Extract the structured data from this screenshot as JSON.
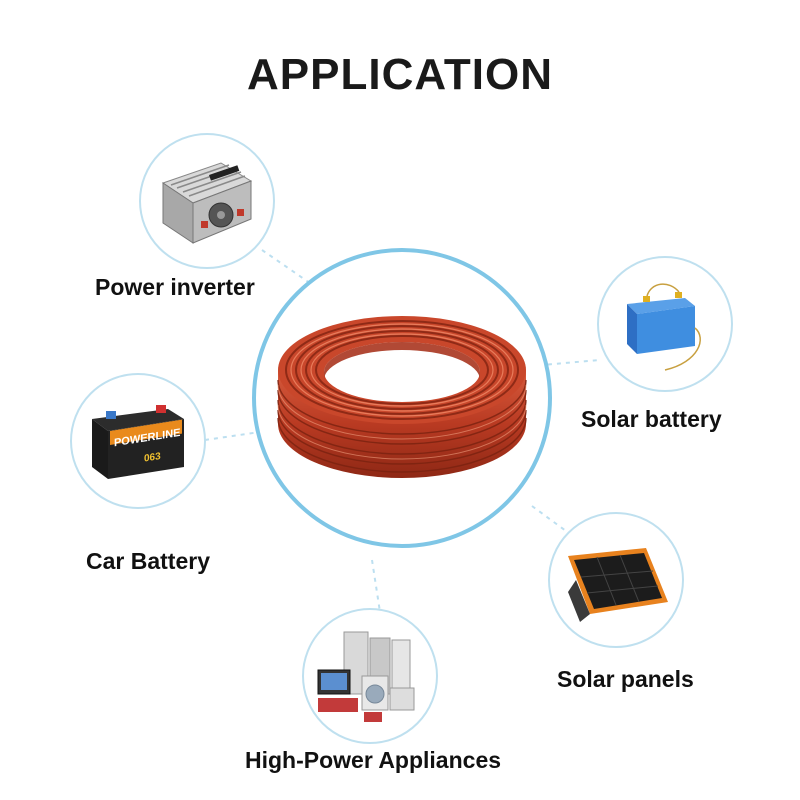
{
  "title": "APPLICATION",
  "center": {
    "icon": "red-wire-coil-icon"
  },
  "applications": [
    {
      "label": "Power inverter",
      "icon": "power-inverter-icon"
    },
    {
      "label": "Solar battery",
      "icon": "solar-battery-icon"
    },
    {
      "label": "Car Battery",
      "icon": "car-battery-icon",
      "brand": "POWERLINE",
      "model": "063"
    },
    {
      "label": "Solar panels",
      "icon": "solar-panel-icon"
    },
    {
      "label": "High-Power Appliances",
      "icon": "appliances-icon"
    }
  ],
  "colors": {
    "accent_ring": "#7fc6e6",
    "bubble_border": "#bfe0ef",
    "wire": "#c8442a"
  }
}
